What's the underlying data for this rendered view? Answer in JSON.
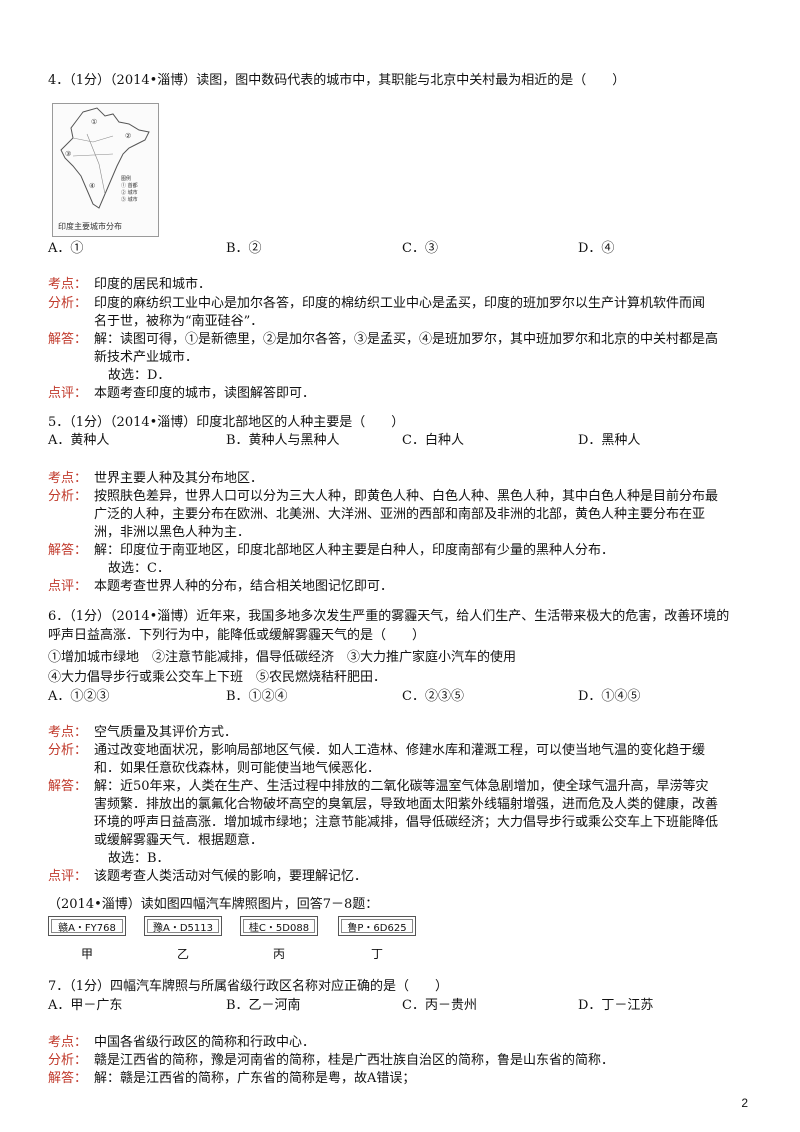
{
  "q4": {
    "stem": "4．（1分）（2014•淄博）读图，图中数码代表的城市中，其职能与北京中关村最为相近的是（　　）",
    "map_caption": "印度主要城市分布",
    "map_legend": [
      "图例",
      "① 首都",
      "② 城市",
      "③ 城市"
    ],
    "map_markers": [
      "①",
      "②",
      "③",
      "④"
    ],
    "options": [
      "A．①",
      "B．②",
      "C．③",
      "D．④"
    ],
    "kaodian_label": "考点：",
    "kaodian": "印度的居民和城市．",
    "fenxi_label": "分析：",
    "fenxi": [
      "印度的麻纺织工业中心是加尔各答，印度的棉纺织工业中心是孟买，印度的班加罗尔以生产计算机软件而闻",
      "名于世，被称为“南亚硅谷”．"
    ],
    "jieda_label": "解答：",
    "jieda": [
      "解：读图可得，①是新德里，②是加尔各答，③是孟买，④是班加罗尔，其中班加罗尔和北京的中关村都是高",
      "新技术产业城市．",
      "故选：D．"
    ],
    "dianping_label": "点评：",
    "dianping": "本题考查印度的城市，读图解答即可．"
  },
  "q5": {
    "stem": "5．（1分）（2014•淄博）印度北部地区的人种主要是（　　）",
    "options": [
      "A．黄种人",
      "B．黄种人与黑种人",
      "C．白种人",
      "D．黑种人"
    ],
    "kaodian_label": "考点：",
    "kaodian": "世界主要人种及其分布地区．",
    "fenxi_label": "分析：",
    "fenxi": [
      "按照肤色差异，世界人口可以分为三大人种，即黄色人种、白色人种、黑色人种，其中白色人种是目前分布最",
      "广泛的人种，主要分布在欧洲、北美洲、大洋洲、亚洲的西部和南部及非洲的北部，黄色人种主要分布在亚",
      "洲，非洲以黑色人种为主．"
    ],
    "jieda_label": "解答：",
    "jieda": [
      "解：印度位于南亚地区，印度北部地区人种主要是白种人，印度南部有少量的黑种人分布．",
      "故选：C．"
    ],
    "dianping_label": "点评：",
    "dianping": "本题考查世界人种的分布，结合相关地图记忆即可．"
  },
  "q6": {
    "stem": [
      "6．（1分）（2014•淄博）近年来，我国多地多次发生严重的雾霾天气，给人们生产、生活带来极大的危害，改善环境的",
      "呼声日益高涨．下列行为中，能降低或缓解雾霾天气的是（　　）",
      "①增加城市绿地　②注意节能减排，倡导低碳经济　③大力推广家庭小汽车的使用",
      "④大力倡导步行或乘公交车上下班　⑤农民燃烧秸秆肥田．"
    ],
    "options": [
      "A．①②③",
      "B．①②④",
      "C．②③⑤",
      "D．①④⑤"
    ],
    "kaodian_label": "考点：",
    "kaodian": "空气质量及其评价方式．",
    "fenxi_label": "分析：",
    "fenxi": [
      "通过改变地面状况，影响局部地区气候．如人工造林、修建水库和灌溉工程，可以使当地气温的变化趋于缓",
      "和．如果任意砍伐森林，则可能使当地气候恶化．"
    ],
    "jieda_label": "解答：",
    "jieda": [
      "解：近50年来，人类在生产、生活过程中排放的二氧化碳等温室气体急剧增加，使全球气温升高，旱涝等灾",
      "害频繁．排放出的氯氟化合物破坏高空的臭氧层，导致地面太阳紫外线辐射增强，进而危及人类的健康，改善",
      "环境的呼声日益高涨．增加城市绿地；注意节能减排，倡导低碳经济；大力倡导步行或乘公交车上下班能降低",
      "或缓解雾霾天气．根据题意．",
      "故选：B．"
    ],
    "dianping_label": "点评：",
    "dianping": "该题考查人类活动对气候的影响，要理解记忆．"
  },
  "group78": {
    "intro": "（2014•淄博）读如图四幅汽车牌照图片，回答7－8题：",
    "plates": [
      {
        "text": "赣A・FY768",
        "caption": "甲"
      },
      {
        "text": "豫A・D5113",
        "caption": "乙"
      },
      {
        "text": "桂C・5D088",
        "caption": "丙"
      },
      {
        "text": "鲁P・6D625",
        "caption": "丁"
      }
    ]
  },
  "q7": {
    "stem": "7．（1分）四幅汽车牌照与所属省级行政区名称对应正确的是（　　）",
    "options": [
      "A．甲－广东",
      "B．乙－河南",
      "C．丙－贵州",
      "D．丁－江苏"
    ],
    "kaodian_label": "考点：",
    "kaodian": "中国各省级行政区的简称和行政中心．",
    "fenxi_label": "分析：",
    "fenxi": "赣是江西省的简称，豫是河南省的简称，桂是广西壮族自治区的简称，鲁是山东省的简称．",
    "jieda_label": "解答：",
    "jieda": "解：赣是江西省的简称，广东省的简称是粤，故A错误；"
  },
  "page_number": "2"
}
